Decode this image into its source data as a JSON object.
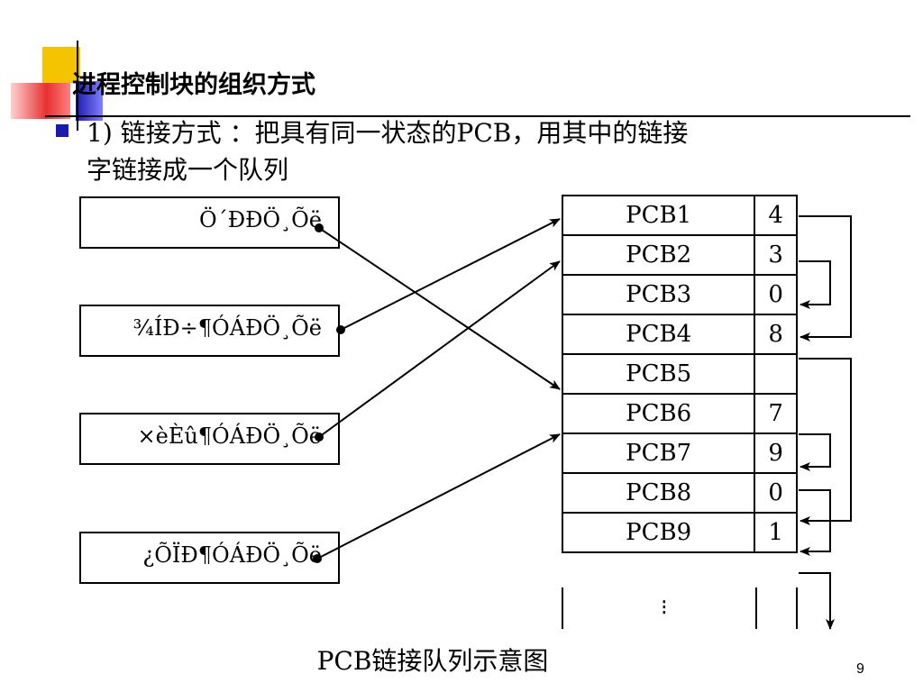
{
  "slide": {
    "title": "进程控制块的组织方式",
    "body_line1": "1) 链接方式 ：把具有同一状态的PCB，用其中的链接",
    "body_line2": "字链接成一个队列",
    "caption": "PCB链接队列示意图",
    "page_number": "9"
  },
  "queues": [
    {
      "label": "Ö´ÐÐÖ¸Õë"
    },
    {
      "label": "¾ÍÐ÷¶ÓÁÐÖ¸Õë"
    },
    {
      "label": "×èÈû¶ÓÁÐÖ¸Õë"
    },
    {
      "label": "¿ÕÏÐ¶ÓÁÐÖ¸Õë"
    }
  ],
  "pcb_table": [
    {
      "name": "PCB1",
      "link": "4"
    },
    {
      "name": "PCB2",
      "link": "3"
    },
    {
      "name": "PCB3",
      "link": "0"
    },
    {
      "name": "PCB4",
      "link": "8"
    },
    {
      "name": "PCB5",
      "link": ""
    },
    {
      "name": "PCB6",
      "link": "7"
    },
    {
      "name": "PCB7",
      "link": "9"
    },
    {
      "name": "PCB8",
      "link": "0"
    },
    {
      "name": "PCB9",
      "link": "1"
    }
  ],
  "pcb_tail_glyph": "⁝",
  "colors": {
    "decor_yellow": "#f5c400",
    "decor_red": "#e83030",
    "decor_blue": "#1a1ab0"
  }
}
